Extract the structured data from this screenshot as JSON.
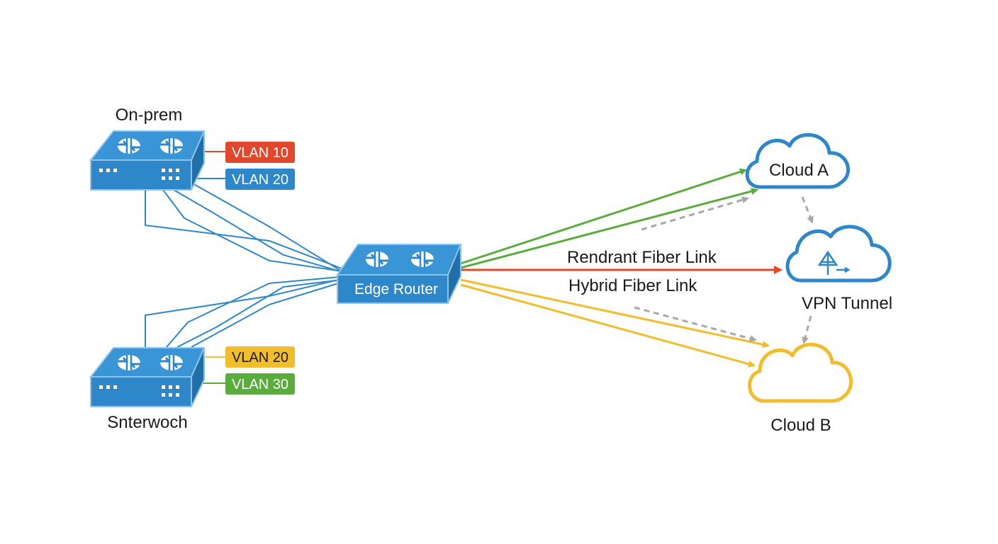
{
  "colors": {
    "device_blue": "#2e87c8",
    "device_top": "#3a95d6",
    "device_edge": "#8fc3ea",
    "link_blue": "#2e87c8",
    "green": "#5aac3c",
    "red": "#e0472b",
    "yellow": "#f2bd2c",
    "dashed_gray": "#9e9e9e",
    "cloud_blue": "#2e87c8",
    "cloud_yellow": "#f2bd2c"
  },
  "nodes": {
    "onprem_switch": {
      "label": "On-prem",
      "icon": "switch-icon"
    },
    "lower_switch": {
      "label": "Snterwoch",
      "icon": "switch-icon"
    },
    "edge_router": {
      "label": "Edge Router",
      "icon": "router-icon"
    },
    "cloud_a": {
      "label": "Cloud A",
      "icon": "cloud-icon"
    },
    "vpn_tunnel": {
      "label": "VPN Tunnel",
      "icon": "cloud-tunnel-icon"
    },
    "cloud_b": {
      "label": "Cloud B",
      "icon": "cloud-icon"
    }
  },
  "vlan_tags": {
    "top_1": {
      "label": "VLAN 10",
      "color": "#e0472b"
    },
    "top_2": {
      "label": "VLAN 20",
      "color": "#2e87c8"
    },
    "bottom_1": {
      "label": "VLAN 20",
      "color": "#f2bd2c"
    },
    "bottom_2": {
      "label": "VLAN 30",
      "color": "#5aac3c"
    }
  },
  "links": {
    "redundant": {
      "label": "Rendrant Fiber Link",
      "color": "#e0472b"
    },
    "hybrid": {
      "label": "Hybrid Fiber Link",
      "color": "#f2bd2c"
    }
  }
}
